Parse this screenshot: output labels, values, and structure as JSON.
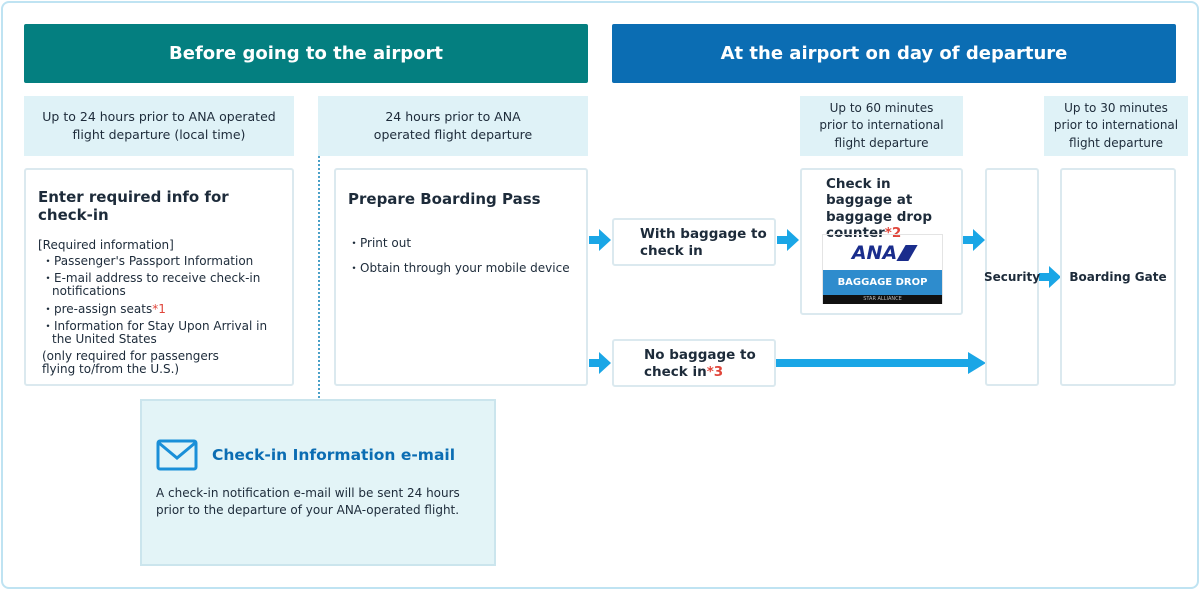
{
  "headers": {
    "before": "Before going to the airport",
    "at_airport": "At the airport on day of departure"
  },
  "colors": {
    "before": "#047f80",
    "at_airport": "#0b6db3",
    "arrow": "#1aa6e6",
    "footnote": "#e0453a",
    "time_bg": "#dff2f7"
  },
  "times": {
    "t1": "Up to 24 hours prior to ANA operated flight departure (local time)",
    "t2": "24 hours prior to ANA operated flight departure",
    "t3": "Up to 60 minutes prior to international flight departure",
    "t4": "Up to 30 minutes prior to international flight departure"
  },
  "enter_info": {
    "title": "Enter required info for check-in",
    "subtitle": "[Required information]",
    "items": [
      "Passenger's Passport Information",
      "E-mail address to receive check-in notifications",
      "pre-assign seats",
      "Information for Stay Upon Arrival in the United States"
    ],
    "item3_note": "*1",
    "footer": "(only required for passengers flying to/from the U.S.)"
  },
  "boarding_pass": {
    "title": "Prepare Boarding Pass",
    "items": [
      "Print out",
      "Obtain through your mobile device"
    ]
  },
  "with_baggage": "With baggage to check in",
  "no_baggage": {
    "label": "No baggage to check in",
    "note": "*3"
  },
  "baggage_drop": {
    "title": "Check in baggage at baggage drop counter",
    "note": "*2",
    "logo": "ANA",
    "sign": "BAGGAGE DROP",
    "sign_footer": "STAR ALLIANCE"
  },
  "security": "Security",
  "boarding_gate": "Boarding Gate",
  "email_box": {
    "icon": "envelope-icon",
    "title": "Check-in Information e-mail",
    "text": "A check-in notification e-mail will be sent 24 hours prior to the departure of your ANA-operated flight."
  }
}
